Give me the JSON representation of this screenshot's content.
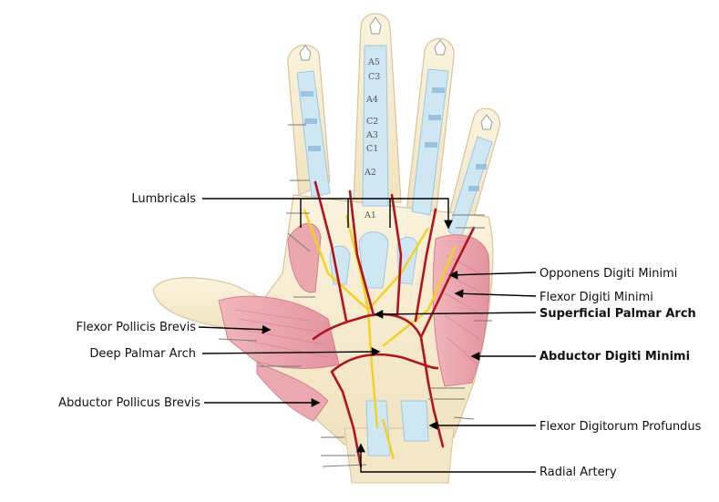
{
  "labels": {
    "lumbricals": "Lumbricals",
    "flexor_pollicis_brevis": "Flexor Pollicis Brevis",
    "deep_palmar_arch": "Deep Palmar Arch",
    "abductor_pollicus_brevis": "Abductor Pollicus Brevis",
    "opponens_digiti_minimi": "Opponens Digiti Minimi",
    "flexor_digiti_minimi": "Flexor Digiti Minimi",
    "superficial_palmar_arch": "Superficial Palmar Arch",
    "abductor_digiti_minimi": "Abductor Digiti Minimi",
    "flexor_digitorum_profundus": "Flexor Digitorum Profundus",
    "radial_artery": "Radial Artery"
  },
  "pulleys": [
    "A5",
    "C3",
    "A4",
    "C2",
    "A3",
    "C1",
    "A2",
    "A1"
  ],
  "colors": {
    "skin": "#f6ecd2",
    "skin_outline": "#d9c49a",
    "muscle": "#e8a3aa",
    "muscle_dark": "#d77f88",
    "tendon": "#cfe6f3",
    "tendon_dark": "#9fc7e0",
    "artery": "#b3141c",
    "nerve": "#f2d21e",
    "label_text": "#111111"
  }
}
